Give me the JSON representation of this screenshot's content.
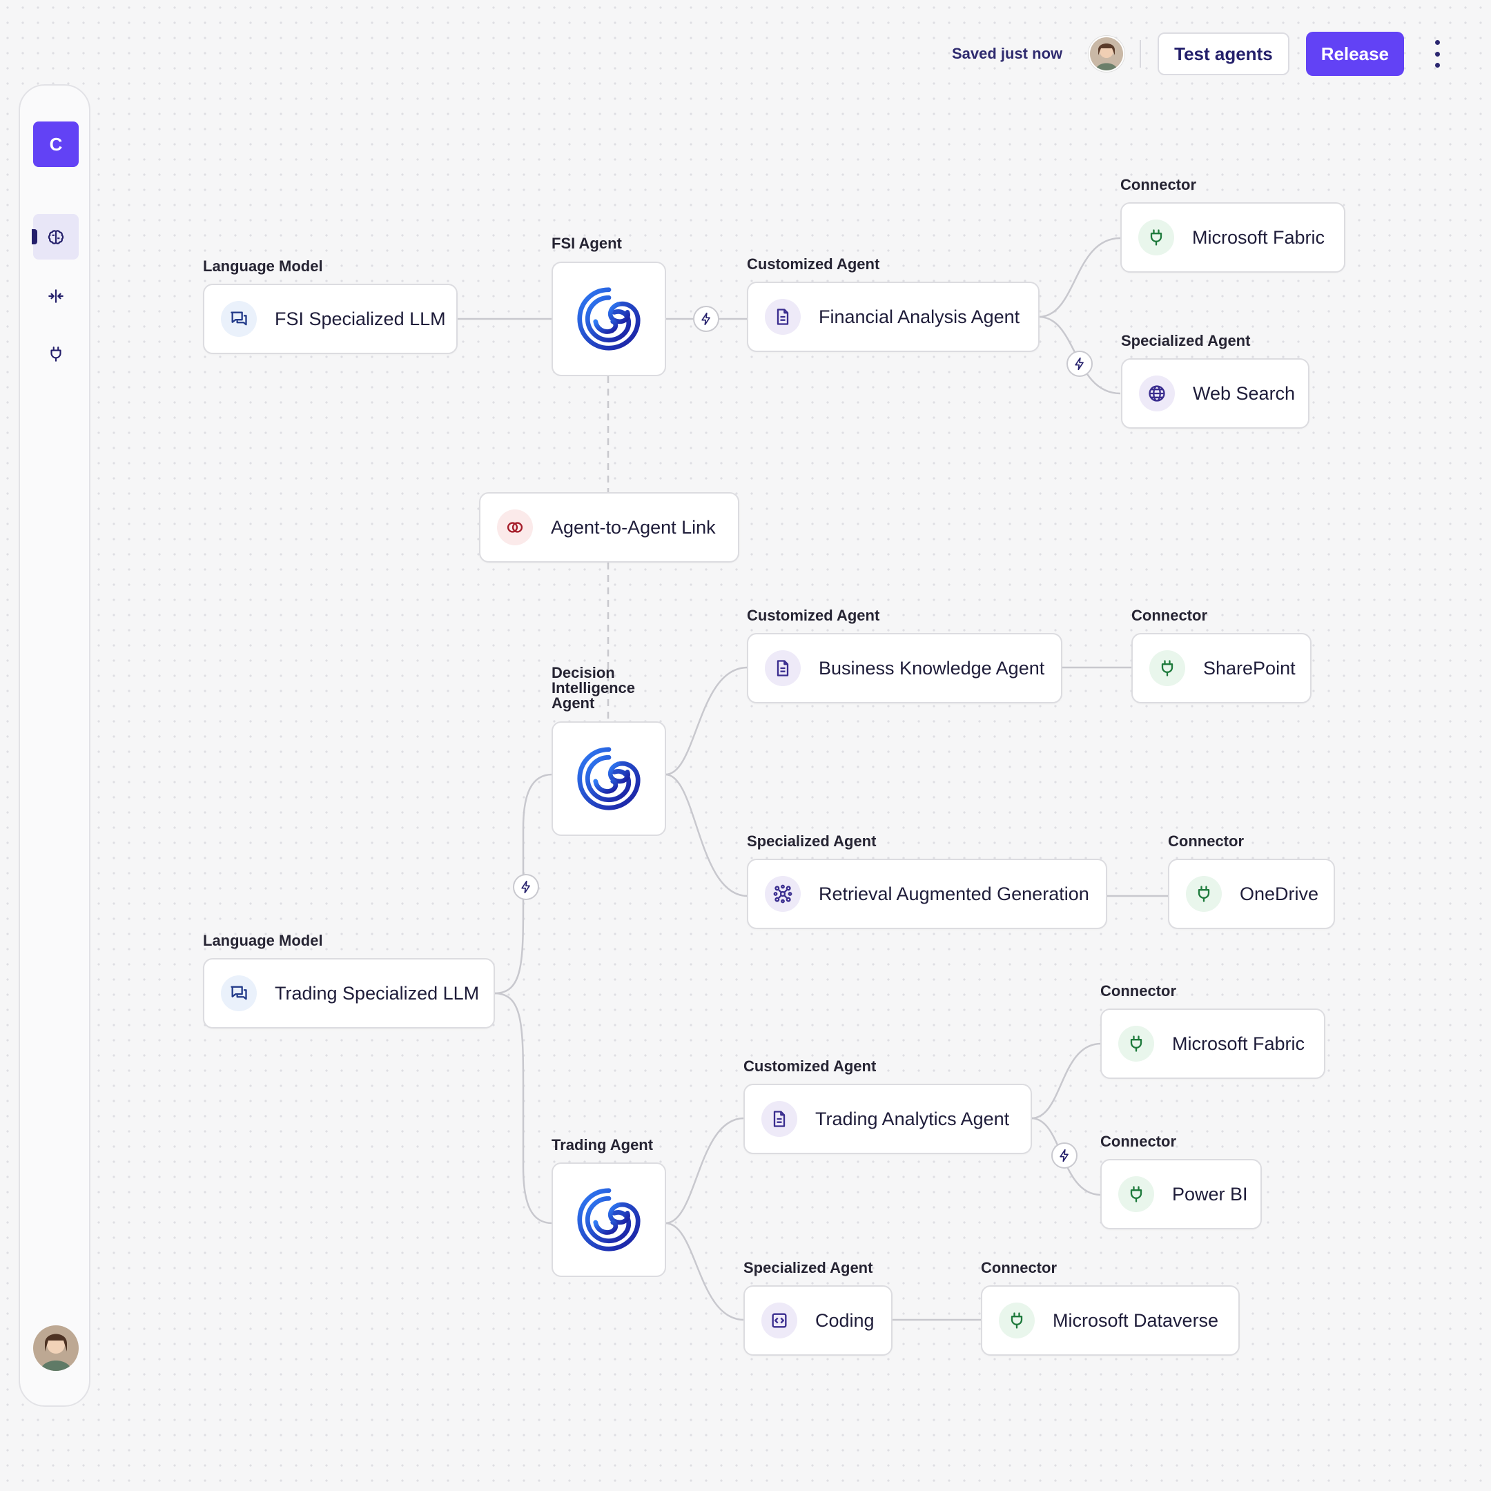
{
  "header": {
    "saved_status": "Saved just now",
    "test_label": "Test agents",
    "release_label": "Release"
  },
  "sidebar": {
    "logo_letter": "C",
    "items": [
      {
        "icon": "brain-icon",
        "active": true
      },
      {
        "icon": "collapse-icon",
        "active": false
      },
      {
        "icon": "plug-icon",
        "active": false
      }
    ]
  },
  "graph": {
    "fsi": {
      "lm_label": "Language Model",
      "lm_name": "FSI Specialized LLM",
      "agent_label": "FSI Agent",
      "custom_label": "Customized Agent",
      "custom_name": "Financial Analysis Agent",
      "conn1_label": "Connector",
      "conn1_name": "Microsoft Fabric",
      "spec_label": "Specialized Agent",
      "spec_name": "Web Search"
    },
    "link": {
      "name": "Agent-to-Agent Link"
    },
    "decision": {
      "agent_label_1": "Decision",
      "agent_label_2": "Intelligence",
      "agent_label_3": "Agent",
      "custom_label": "Customized Agent",
      "custom_name": "Business Knowledge Agent",
      "conn1_label": "Connector",
      "conn1_name": "SharePoint",
      "spec_label": "Specialized Agent",
      "spec_name": "Retrieval Augmented Generation",
      "conn2_label": "Connector",
      "conn2_name": "OneDrive"
    },
    "trading": {
      "lm_label": "Language Model",
      "lm_name": "Trading Specialized LLM",
      "agent_label": "Trading Agent",
      "custom_label": "Customized Agent",
      "custom_name": "Trading Analytics Agent",
      "conn1_label": "Connector",
      "conn1_name": "Microsoft Fabric",
      "conn2_label": "Connector",
      "conn2_name": "Power BI",
      "spec_label": "Specialized Agent",
      "spec_name": "Coding",
      "conn3_label": "Connector",
      "conn3_name": "Microsoft Dataverse"
    }
  },
  "colors": {
    "accent": "#6242f5",
    "navy": "#241f6b",
    "connector_green": "#1e7a3c"
  }
}
